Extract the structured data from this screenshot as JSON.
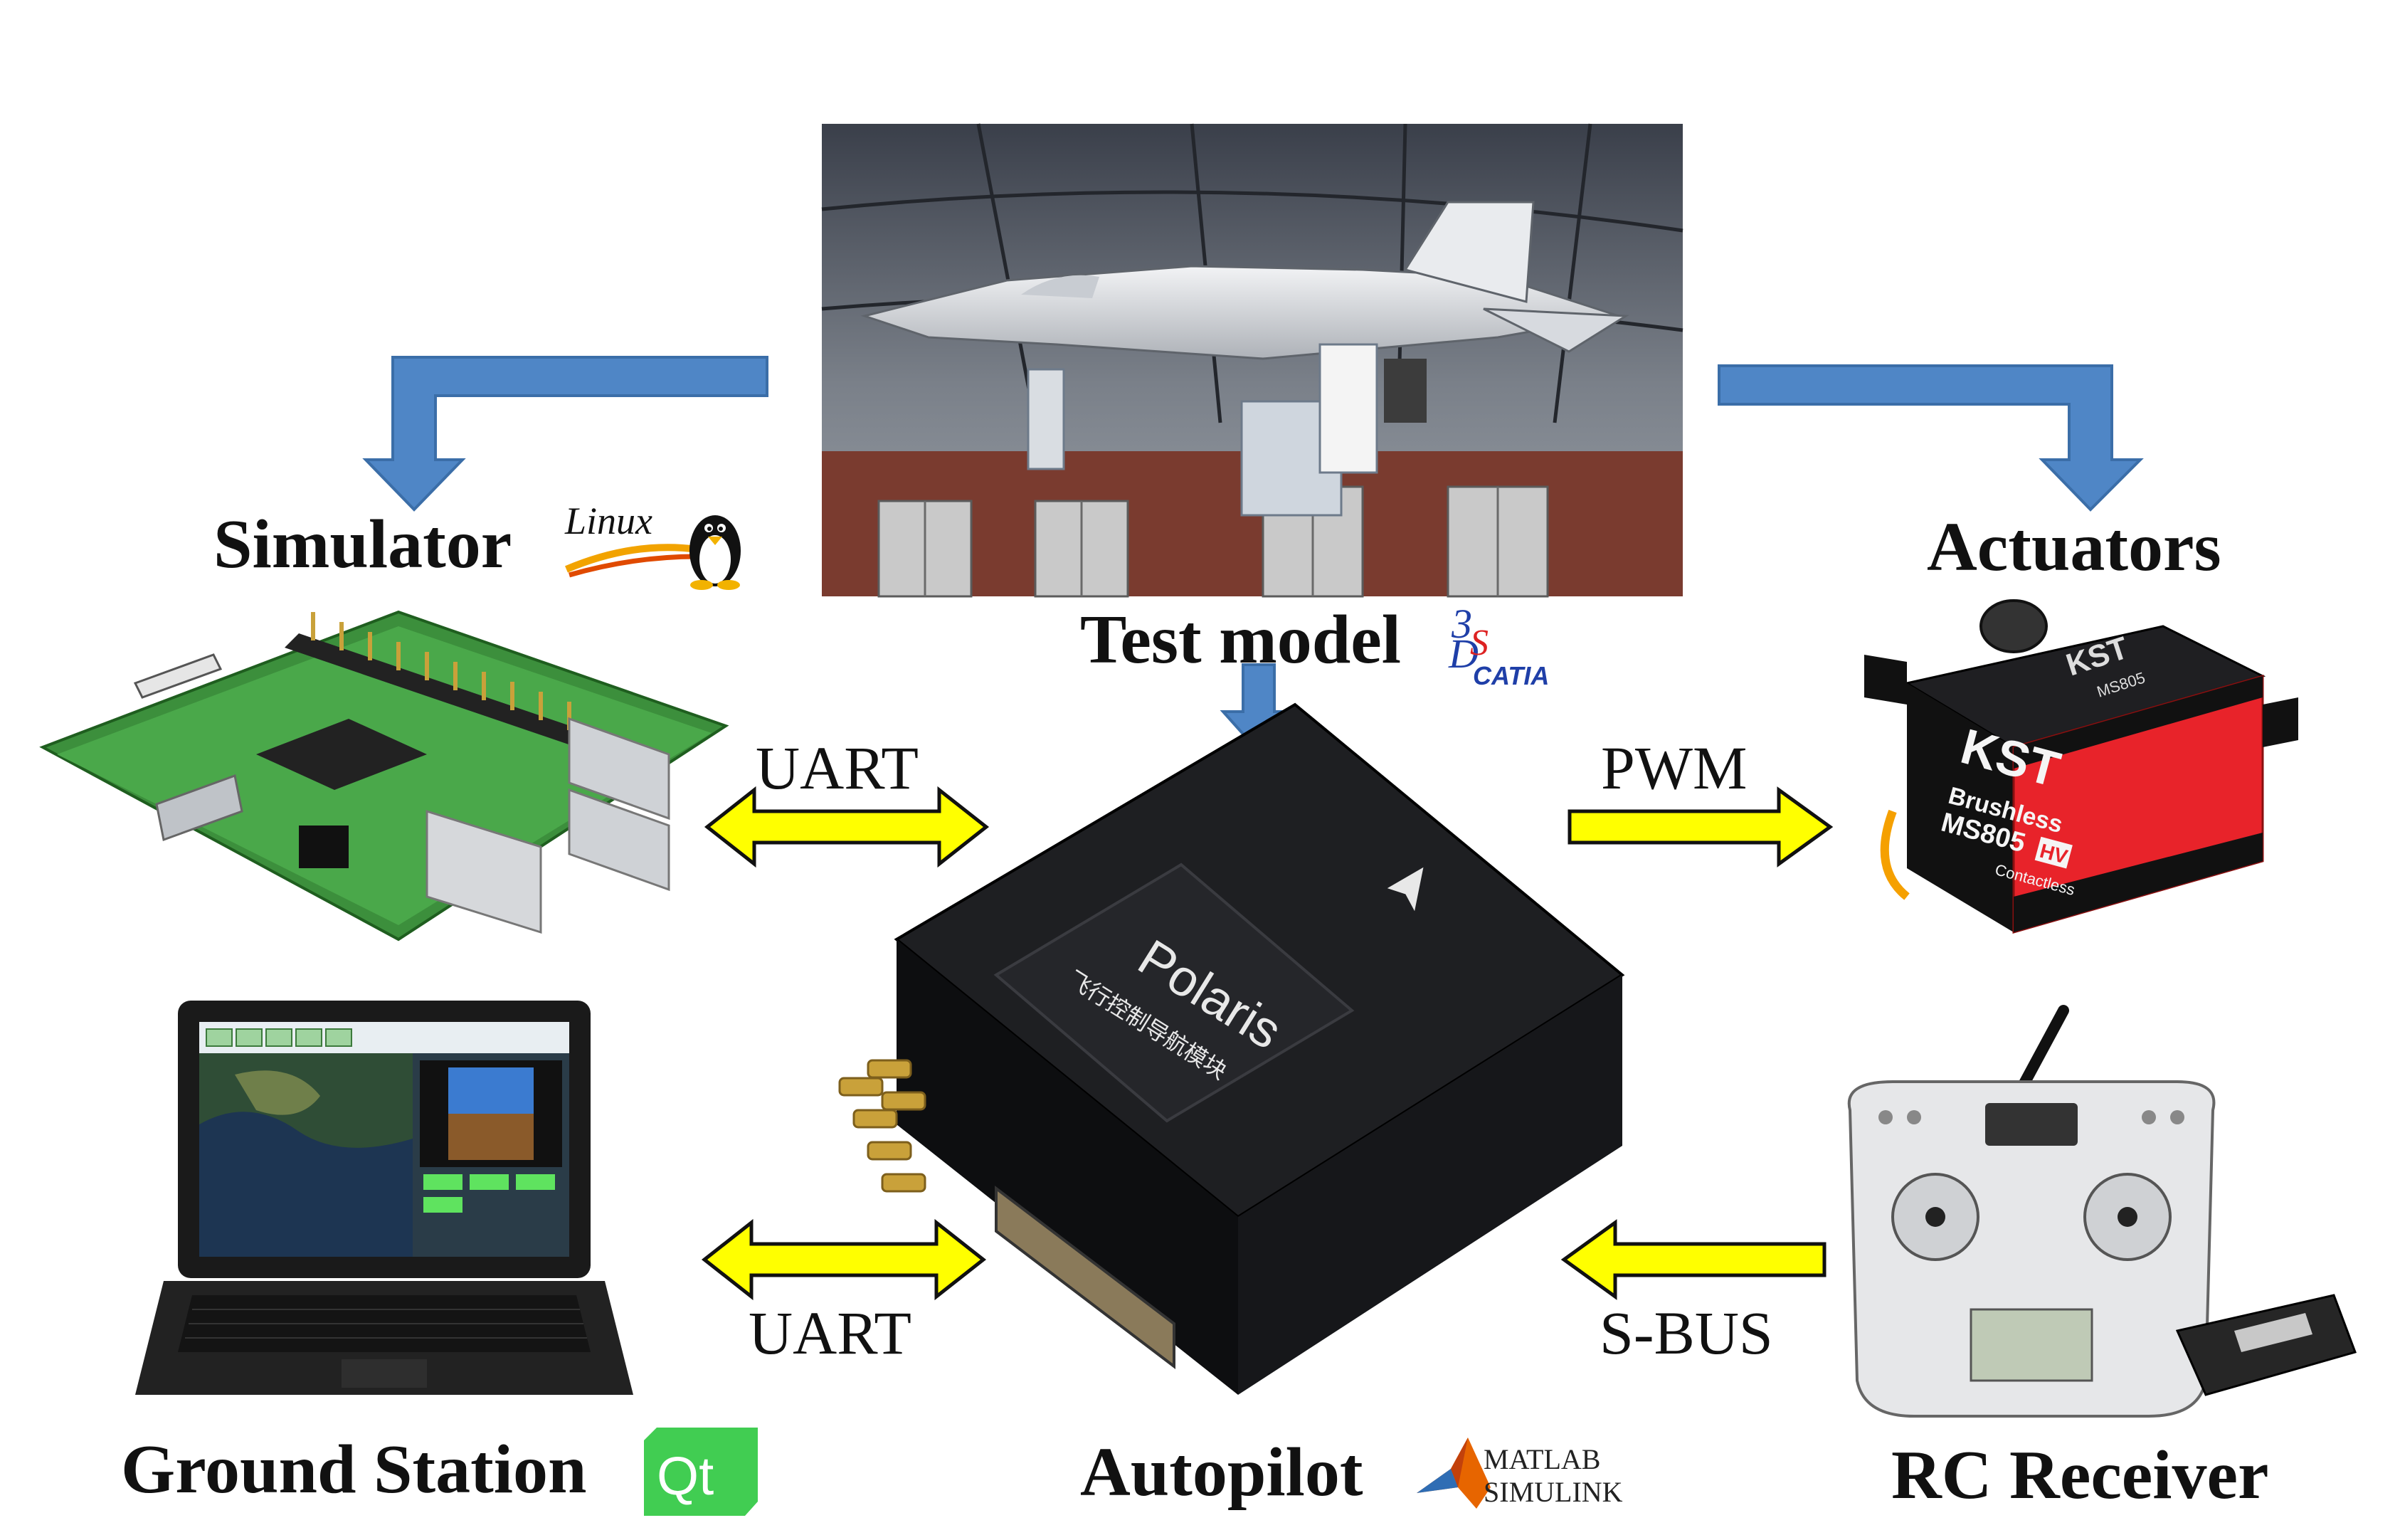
{
  "nodes": {
    "test_model": {
      "label": "Test model",
      "logo": "CATIA",
      "icon": "aircraft-photo"
    },
    "simulator": {
      "label": "Simulator",
      "logo": "Linux",
      "icon": "raspberry-pi-board"
    },
    "actuators": {
      "label": "Actuators",
      "icon": "servo-motor"
    },
    "autopilot": {
      "label": "Autopilot",
      "logo_top": "MATLAB",
      "logo_bottom": "SIMULINK",
      "icon": "flight-controller-box"
    },
    "ground_station": {
      "label": "Ground Station",
      "logo": "Qt",
      "icon": "rugged-laptop"
    },
    "rc_receiver": {
      "label": "RC Receiver",
      "icon": "rc-transmitter"
    }
  },
  "device": {
    "brand": "Polaris",
    "subtitle": "飞行控制导航模块"
  },
  "servo": {
    "brand": "KST",
    "model": "MS805",
    "type": "Brushless",
    "hv": "HV",
    "contactless": "Contactless"
  },
  "links": {
    "simulator_autopilot": "UART",
    "autopilot_actuators": "PWM",
    "ground_autopilot": "UART",
    "rc_autopilot": "S-BUS"
  },
  "colors": {
    "blue_arrow": "#4f86c6",
    "yellow_arrow": "#ffff00",
    "qt_green": "#41cd52",
    "servo_red": "#e8232a"
  }
}
